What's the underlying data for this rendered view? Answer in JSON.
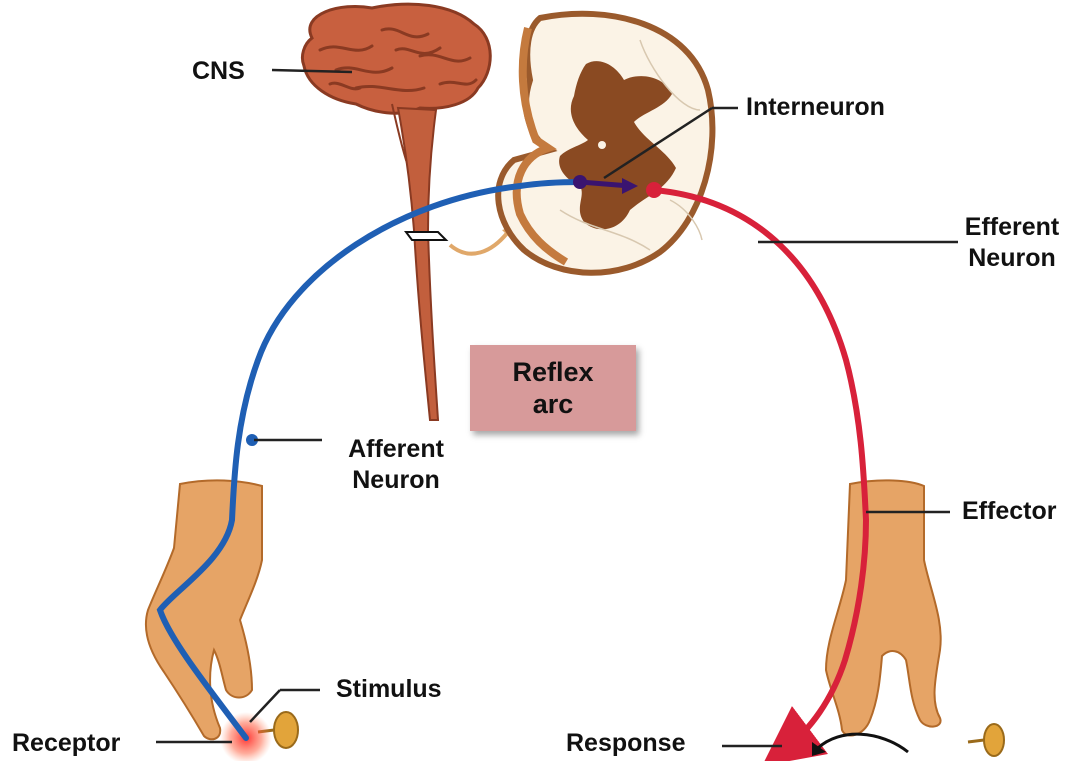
{
  "labels": {
    "cns": "CNS",
    "interneuron": "Interneuron",
    "efferent_line1": "Efferent",
    "efferent_line2": "Neuron",
    "afferent_line1": "Afferent",
    "afferent_line2": "Neuron",
    "reflex_line1": "Reflex",
    "reflex_line2": "arc",
    "effector": "Effector",
    "stimulus": "Stimulus",
    "receptor": "Receptor",
    "response": "Response"
  },
  "colors": {
    "afferent": "#1f5fb4",
    "efferent": "#d8213a",
    "interneuron": "#3a1470",
    "brain": "#c8603f",
    "spinal_white": "#fbf3e6",
    "spinal_grey": "#9a5a2c",
    "skin": "#e6a466",
    "reflex_box": "#d79a9a"
  },
  "icons": [
    "brain-icon",
    "spinal-cord-section-icon",
    "hand-icon",
    "pin-icon"
  ]
}
